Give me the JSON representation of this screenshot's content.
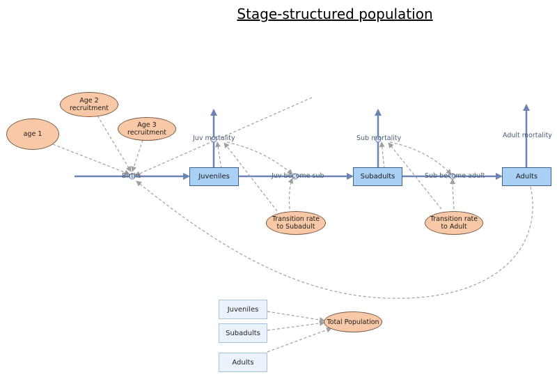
{
  "title": "Stage-structured population",
  "stocks": {
    "juveniles": "Juveniles",
    "subadults": "Subadults",
    "adults": "Adults"
  },
  "flows": {
    "births": "Births",
    "juv_mortality": "Juv mortality",
    "juv_become_sub": "Juv become sub",
    "sub_mortality": "Sub mortality",
    "sub_become_adult": "Sub become adult",
    "adult_mortality": "Adult mortality"
  },
  "variables": {
    "age1": "age 1",
    "age2_recruitment": "Age 2\nrecruitment",
    "age3_recruitment": "Age 3\nrecruitment",
    "transition_to_subadult": "Transition rate\nto Subadult",
    "transition_to_adult": "Transition rate\nto Adult",
    "total_population": "Total Population"
  },
  "ghosts": {
    "juveniles": "Juveniles",
    "subadults": "Subadults",
    "adults": "Adults"
  },
  "colors": {
    "flow": "#6b84b0",
    "link": "#a0a0a0",
    "stock_fill": "#a9d0f5",
    "variable_fill": "#f9c8a6"
  }
}
